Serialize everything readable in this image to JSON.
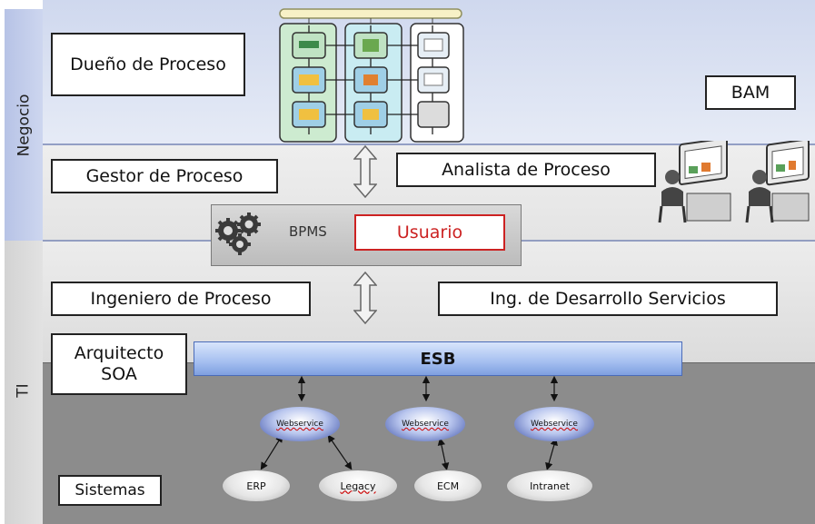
{
  "side_labels": {
    "negocio": "Negocio",
    "ti": "TI"
  },
  "roles": {
    "dueno": "Dueño de Proceso",
    "bam": "BAM",
    "gestor": "Gestor de Proceso",
    "analista": "Analista de Proceso",
    "ingeniero": "Ingeniero de Proceso",
    "ing_desarrollo": "Ing. de Desarrollo Servicios",
    "arquitecto": "Arquitecto SOA",
    "sistemas": "Sistemas"
  },
  "bpms": {
    "label": "BPMS",
    "usuario": "Usuario"
  },
  "esb": "ESB",
  "webservices": [
    "Webservice",
    "Webservice",
    "Webservice"
  ],
  "systems": [
    "ERP",
    "Legacy",
    "ECM",
    "Intranet"
  ],
  "colors": {
    "negocio_band": "#cfd8ee",
    "ti_dark_band": "#8c8c8c",
    "usuario_border": "#cc2222",
    "usuario_text": "#cc2222",
    "esb_fill": "#a5bff0",
    "column_green": "#cdebd0",
    "column_cyan": "#c9ecf2"
  },
  "icons": [
    "gear-icon",
    "process-board-icon",
    "analyst-workstation-icon",
    "double-arrow-icon"
  ]
}
